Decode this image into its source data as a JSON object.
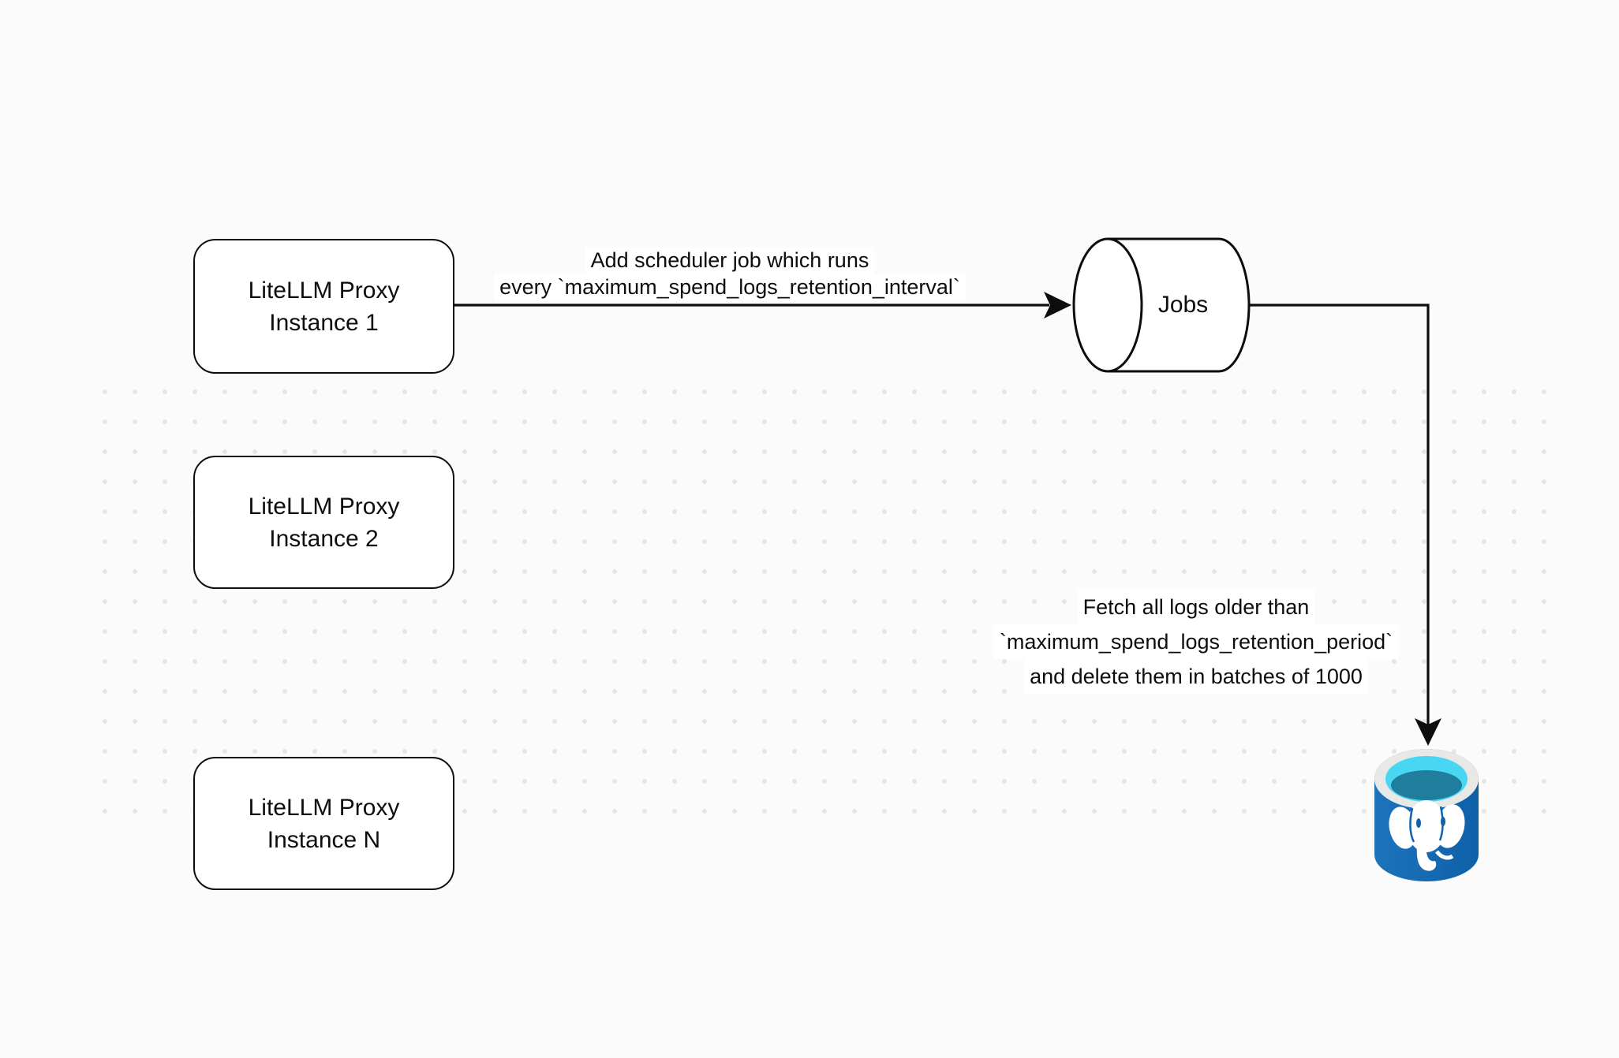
{
  "diagram": {
    "nodes": {
      "instance1": {
        "lines": [
          "LiteLLM Proxy",
          "Instance 1"
        ]
      },
      "instance2": {
        "lines": [
          "LiteLLM Proxy",
          "Instance 2"
        ]
      },
      "instanceN": {
        "lines": [
          "LiteLLM Proxy",
          "Instance N"
        ]
      },
      "jobs": {
        "label": "Jobs"
      }
    },
    "edges": {
      "scheduler": {
        "lines": [
          "Add scheduler job which runs",
          "every `maximum_spend_logs_retention_interval`"
        ]
      },
      "fetch": {
        "lines": [
          "Fetch all logs older than",
          "`maximum_spend_logs_retention_period`",
          "and delete them in batches of 1000"
        ]
      }
    },
    "icons": {
      "database": "postgresql-database-icon"
    },
    "colors": {
      "background": "#fbfbfb",
      "dots": "#e5e5e5",
      "stroke": "#0d0d0d",
      "node_fill": "#ffffff",
      "db_body_blue": "#1168b0",
      "db_body_blue_light": "#1d74bb",
      "db_rim": "#e8e8e6",
      "db_opening_cyan": "#47d7f3",
      "db_liquid_teal": "#217d9d",
      "db_elephant": "#ffffff"
    }
  }
}
